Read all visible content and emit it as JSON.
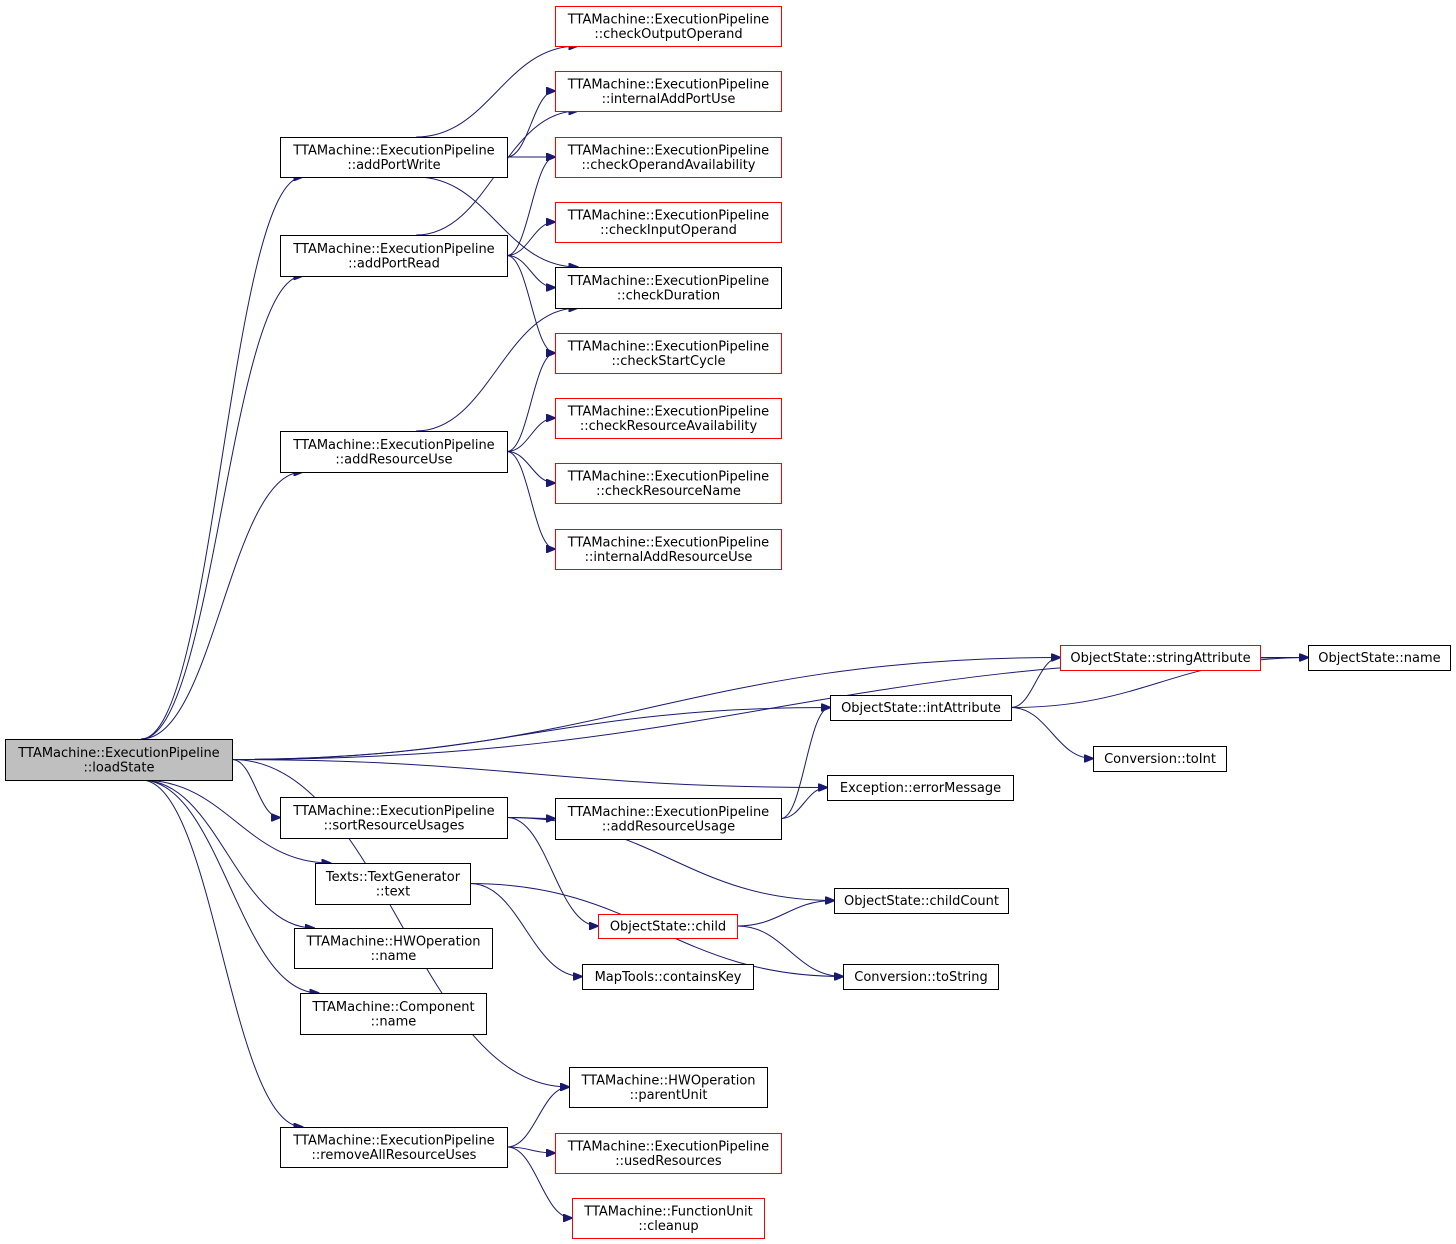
{
  "colors": {
    "edge": "#191970",
    "root_fill": "#bfbfbf",
    "root_border": "#000000",
    "normal_border": "#000000",
    "highlighted_border": "#ff0000",
    "node_fill": "#ffffff",
    "text": "#000000"
  },
  "nodes": [
    {
      "id": "loadState",
      "lines": [
        "TTAMachine::ExecutionPipeline",
        "::loadState"
      ],
      "style": "root"
    },
    {
      "id": "addPortWrite",
      "lines": [
        "TTAMachine::ExecutionPipeline",
        "::addPortWrite"
      ],
      "style": "normal"
    },
    {
      "id": "addPortRead",
      "lines": [
        "TTAMachine::ExecutionPipeline",
        "::addPortRead"
      ],
      "style": "normal"
    },
    {
      "id": "addResourceUse",
      "lines": [
        "TTAMachine::ExecutionPipeline",
        "::addResourceUse"
      ],
      "style": "normal"
    },
    {
      "id": "sortResourceUsages",
      "lines": [
        "TTAMachine::ExecutionPipeline",
        "::sortResourceUsages"
      ],
      "style": "normal"
    },
    {
      "id": "textGenText",
      "lines": [
        "Texts::TextGenerator",
        "::text"
      ],
      "style": "normal"
    },
    {
      "id": "hwOpName",
      "lines": [
        "TTAMachine::HWOperation",
        "::name"
      ],
      "style": "normal"
    },
    {
      "id": "componentName",
      "lines": [
        "TTAMachine::Component",
        "::name"
      ],
      "style": "normal"
    },
    {
      "id": "removeAllResourceUses",
      "lines": [
        "TTAMachine::ExecutionPipeline",
        "::removeAllResourceUses"
      ],
      "style": "normal"
    },
    {
      "id": "checkOutputOperand",
      "lines": [
        "TTAMachine::ExecutionPipeline",
        "::checkOutputOperand"
      ],
      "style": "highlighted"
    },
    {
      "id": "internalAddPortUse",
      "lines": [
        "TTAMachine::ExecutionPipeline",
        "::internalAddPortUse"
      ],
      "style": "highlighted"
    },
    {
      "id": "checkOperandAvailability",
      "lines": [
        "TTAMachine::ExecutionPipeline",
        "::checkOperandAvailability"
      ],
      "style": "highlighted"
    },
    {
      "id": "checkInputOperand",
      "lines": [
        "TTAMachine::ExecutionPipeline",
        "::checkInputOperand"
      ],
      "style": "highlighted"
    },
    {
      "id": "checkDuration",
      "lines": [
        "TTAMachine::ExecutionPipeline",
        "::checkDuration"
      ],
      "style": "normal"
    },
    {
      "id": "checkStartCycle",
      "lines": [
        "TTAMachine::ExecutionPipeline",
        "::checkStartCycle"
      ],
      "style": "highlighted"
    },
    {
      "id": "checkResourceAvailability",
      "lines": [
        "TTAMachine::ExecutionPipeline",
        "::checkResourceAvailability"
      ],
      "style": "highlighted"
    },
    {
      "id": "checkResourceName",
      "lines": [
        "TTAMachine::ExecutionPipeline",
        "::checkResourceName"
      ],
      "style": "highlighted"
    },
    {
      "id": "internalAddResourceUse",
      "lines": [
        "TTAMachine::ExecutionPipeline",
        "::internalAddResourceUse"
      ],
      "style": "highlighted"
    },
    {
      "id": "addResourceUsage",
      "lines": [
        "TTAMachine::ExecutionPipeline",
        "::addResourceUsage"
      ],
      "style": "normal"
    },
    {
      "id": "objChild",
      "lines": [
        "ObjectState::child"
      ],
      "style": "highlighted"
    },
    {
      "id": "containsKey",
      "lines": [
        "MapTools::containsKey"
      ],
      "style": "normal"
    },
    {
      "id": "parentUnit",
      "lines": [
        "TTAMachine::HWOperation",
        "::parentUnit"
      ],
      "style": "normal"
    },
    {
      "id": "usedResources",
      "lines": [
        "TTAMachine::ExecutionPipeline",
        "::usedResources"
      ],
      "style": "highlighted"
    },
    {
      "id": "fuCleanup",
      "lines": [
        "TTAMachine::FunctionUnit",
        "::cleanup"
      ],
      "style": "highlighted"
    },
    {
      "id": "stringAttribute",
      "lines": [
        "ObjectState::stringAttribute"
      ],
      "style": "highlighted"
    },
    {
      "id": "intAttribute",
      "lines": [
        "ObjectState::intAttribute"
      ],
      "style": "normal"
    },
    {
      "id": "errorMessage",
      "lines": [
        "Exception::errorMessage"
      ],
      "style": "normal"
    },
    {
      "id": "childCount",
      "lines": [
        "ObjectState::childCount"
      ],
      "style": "normal"
    },
    {
      "id": "toString",
      "lines": [
        "Conversion::toString"
      ],
      "style": "normal"
    },
    {
      "id": "objName",
      "lines": [
        "ObjectState::name"
      ],
      "style": "normal"
    },
    {
      "id": "toInt",
      "lines": [
        "Conversion::toInt"
      ],
      "style": "normal"
    }
  ],
  "edges": [
    {
      "from": "loadState",
      "to": "addPortWrite"
    },
    {
      "from": "loadState",
      "to": "addPortRead"
    },
    {
      "from": "loadState",
      "to": "addResourceUse"
    },
    {
      "from": "loadState",
      "to": "objName"
    },
    {
      "from": "loadState",
      "to": "stringAttribute"
    },
    {
      "from": "loadState",
      "to": "intAttribute"
    },
    {
      "from": "loadState",
      "to": "errorMessage"
    },
    {
      "from": "loadState",
      "to": "sortResourceUsages"
    },
    {
      "from": "loadState",
      "to": "textGenText"
    },
    {
      "from": "loadState",
      "to": "hwOpName"
    },
    {
      "from": "loadState",
      "to": "componentName"
    },
    {
      "from": "loadState",
      "to": "parentUnit"
    },
    {
      "from": "loadState",
      "to": "removeAllResourceUses"
    },
    {
      "from": "addPortWrite",
      "to": "checkOutputOperand"
    },
    {
      "from": "addPortWrite",
      "to": "internalAddPortUse"
    },
    {
      "from": "addPortWrite",
      "to": "checkOperandAvailability"
    },
    {
      "from": "addPortWrite",
      "to": "checkDuration"
    },
    {
      "from": "addPortRead",
      "to": "internalAddPortUse"
    },
    {
      "from": "addPortRead",
      "to": "checkOperandAvailability"
    },
    {
      "from": "addPortRead",
      "to": "checkInputOperand"
    },
    {
      "from": "addPortRead",
      "to": "checkDuration"
    },
    {
      "from": "addPortRead",
      "to": "checkStartCycle"
    },
    {
      "from": "addResourceUse",
      "to": "checkDuration"
    },
    {
      "from": "addResourceUse",
      "to": "checkStartCycle"
    },
    {
      "from": "addResourceUse",
      "to": "checkResourceAvailability"
    },
    {
      "from": "addResourceUse",
      "to": "checkResourceName"
    },
    {
      "from": "addResourceUse",
      "to": "internalAddResourceUse"
    },
    {
      "from": "sortResourceUsages",
      "to": "addResourceUsage"
    },
    {
      "from": "sortResourceUsages",
      "to": "childCount"
    },
    {
      "from": "sortResourceUsages",
      "to": "objChild"
    },
    {
      "from": "addResourceUsage",
      "to": "intAttribute"
    },
    {
      "from": "addResourceUsage",
      "to": "errorMessage"
    },
    {
      "from": "textGenText",
      "to": "containsKey"
    },
    {
      "from": "textGenText",
      "to": "toString"
    },
    {
      "from": "removeAllResourceUses",
      "to": "parentUnit"
    },
    {
      "from": "removeAllResourceUses",
      "to": "usedResources"
    },
    {
      "from": "removeAllResourceUses",
      "to": "fuCleanup"
    },
    {
      "from": "objChild",
      "to": "childCount"
    },
    {
      "from": "objChild",
      "to": "toString"
    },
    {
      "from": "stringAttribute",
      "to": "objName"
    },
    {
      "from": "intAttribute",
      "to": "stringAttribute"
    },
    {
      "from": "intAttribute",
      "to": "objName"
    },
    {
      "from": "intAttribute",
      "to": "toInt"
    }
  ]
}
